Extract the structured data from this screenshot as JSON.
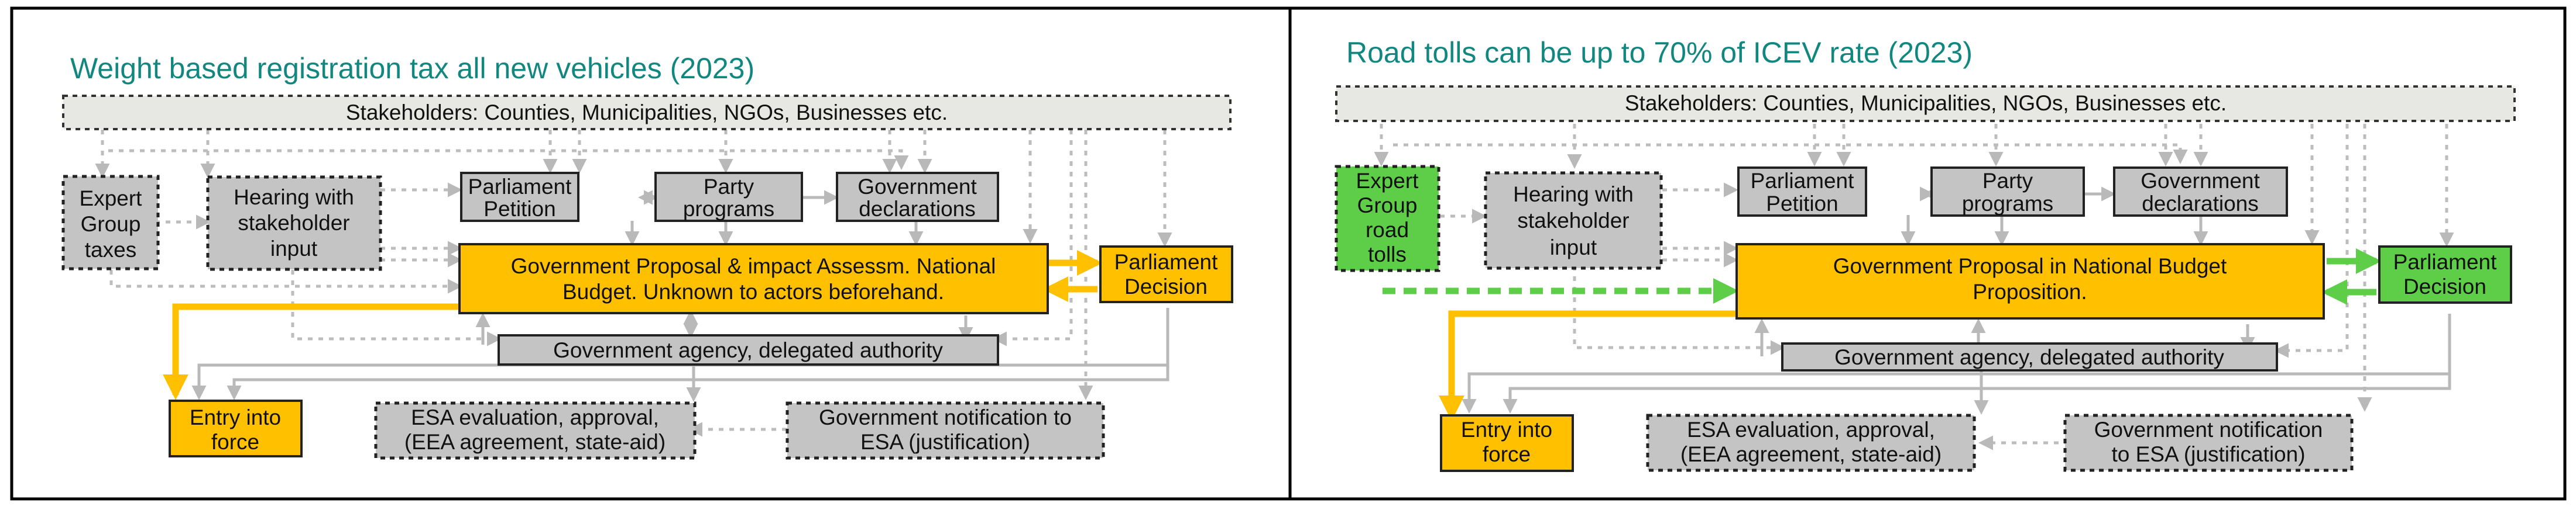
{
  "colors": {
    "title_teal": "#12877f",
    "orange": "#ffc000",
    "green": "#5ece49",
    "gray_box": "#c4c4c4",
    "stakeholder_box": "#e7e7e3",
    "arrow_gray": "#b9b9b9",
    "dotted_gray": "#bdbdbd"
  },
  "panels": [
    {
      "title": "Weight based registration tax all new vehicles (2023)",
      "stakeholders": "Stakeholders: Counties, Municipalities, NGOs, Businesses etc.",
      "expert_group": [
        "Expert",
        "Group",
        "taxes"
      ],
      "hearing": [
        "Hearing with",
        "stakeholder",
        "input"
      ],
      "petition": [
        "Parliament",
        "Petition"
      ],
      "party": [
        "Party",
        "programs"
      ],
      "gov_decl": [
        "Government",
        "declarations"
      ],
      "proposal": [
        "Government Proposal & impact Assessm. National",
        "Budget. Unknown to actors beforehand."
      ],
      "decision": [
        "Parliament",
        "Decision"
      ],
      "agency": "Government agency, delegated authority",
      "entry": [
        "Entry into",
        "force"
      ],
      "esa_eval": [
        "ESA evaluation, approval,",
        "(EEA agreement, state-aid)"
      ],
      "notification": [
        "Government notification to",
        "ESA (justification)"
      ]
    },
    {
      "title": "Road tolls can be up to 70% of ICEV rate (2023)",
      "stakeholders": "Stakeholders: Counties, Municipalities, NGOs, Businesses etc.",
      "expert_group": [
        "Expert",
        "Group",
        "road",
        "tolls"
      ],
      "hearing": [
        "Hearing with",
        "stakeholder",
        "input"
      ],
      "petition": [
        "Parliament",
        "Petition"
      ],
      "party": [
        "Party",
        "programs"
      ],
      "gov_decl": [
        "Government",
        "declarations"
      ],
      "proposal": [
        "Government Proposal in National Budget",
        "Proposition."
      ],
      "decision": [
        "Parliament",
        "Decision"
      ],
      "agency": "Government agency, delegated authority",
      "entry": [
        "Entry into",
        "force"
      ],
      "esa_eval": [
        "ESA evaluation, approval,",
        "(EEA agreement, state-aid)"
      ],
      "notification": [
        "Government notification",
        "to ESA (justification)"
      ]
    }
  ]
}
